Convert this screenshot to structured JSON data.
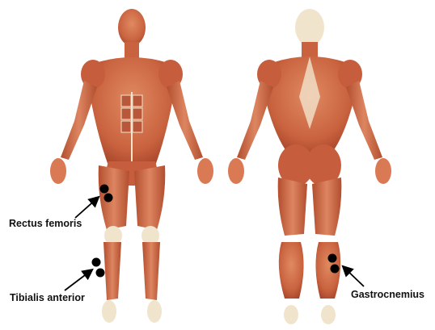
{
  "labels": {
    "rectus_femoris": "Rectus femoris",
    "tibialis_anterior": "Tibialis anterior",
    "gastrocnemius": "Gastrocnemius"
  },
  "colors": {
    "muscle": "#c9633f",
    "muscle_dark": "#a8452a",
    "tendon": "#f1e4cc",
    "marker": "#000000",
    "arrow": "#000000"
  }
}
